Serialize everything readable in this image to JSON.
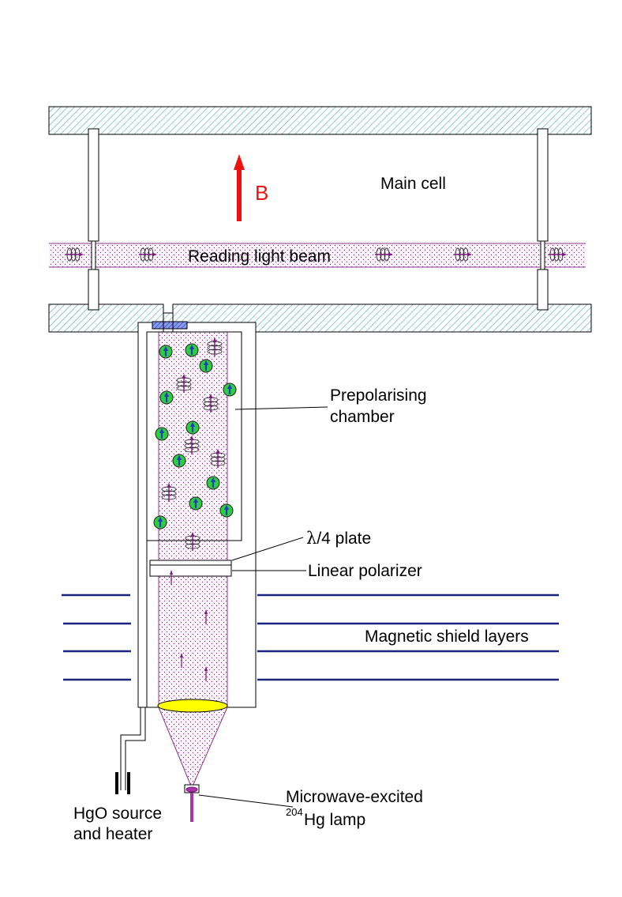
{
  "labels": {
    "main_cell": "Main cell",
    "field": "B",
    "reading_beam": "Reading light beam",
    "prepolarising_line1": "Prepolarising",
    "prepolarising_line2": "chamber",
    "quarter_wave_symbol": "λ",
    "quarter_wave_rest": "/4 plate",
    "linear_polarizer": "Linear polarizer",
    "magnetic_shield": "Magnetic shield layers",
    "lamp_line1": "Microwave-excited",
    "lamp_isotope": "204",
    "lamp_line2": "Hg lamp",
    "source_line1": "HgO source",
    "source_line2": "and heater"
  },
  "colors": {
    "field_arrow": "#ee1111",
    "beam_dots": "#7a2a7a",
    "beam_edge": "#8a3a8a",
    "arrow_purple": "#7a1a7a",
    "atom_fill": "#2ecc40",
    "atom_arrow": "#1f3fbf",
    "shield": "#1a237e",
    "lens": "#ffff00",
    "window": "#4455cc",
    "wall_hatch": "#5ab0a8"
  },
  "icons": [
    "up-arrow-icon",
    "circular-polarization-icon",
    "polarized-atom-icon",
    "lens-icon",
    "lamp-icon",
    "heater-icon"
  ]
}
